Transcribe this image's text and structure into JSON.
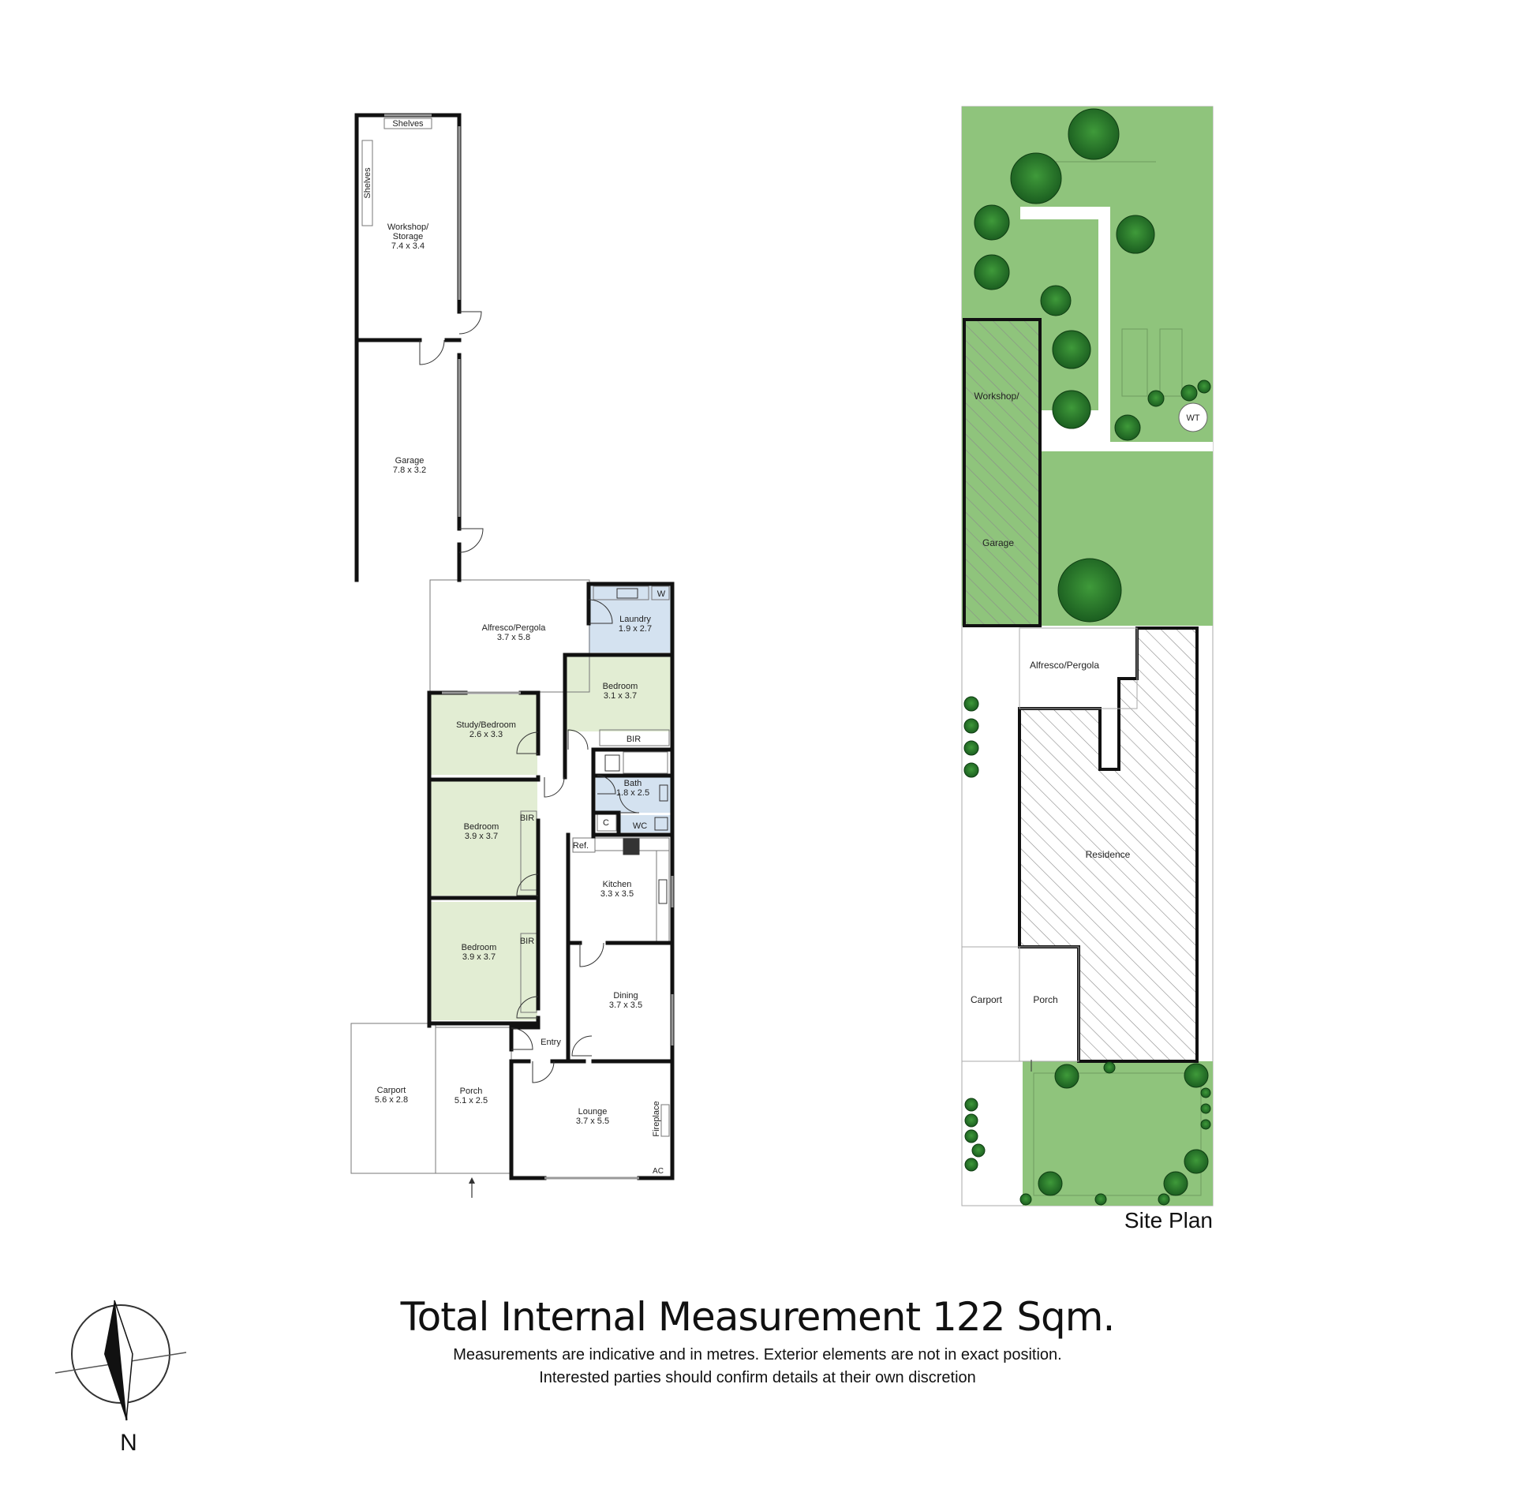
{
  "floor_plan": {
    "rooms": [
      {
        "name": "Workshop/",
        "line2": "Storage",
        "dims": "7.4 x 3.4"
      },
      {
        "name": "Garage",
        "dims": "7.8 x 3.2"
      },
      {
        "name": "Alfresco/Pergola",
        "dims": "3.7 x 5.8"
      },
      {
        "name": "Laundry",
        "dims": "1.9 x 2.7"
      },
      {
        "name": "Bedroom",
        "dims": "3.1 x 3.7"
      },
      {
        "name": "Study/Bedroom",
        "dims": "2.6 x 3.3"
      },
      {
        "name": "Bath",
        "dims": "1.8 x 2.5"
      },
      {
        "name": "Bedroom",
        "dims": "3.9 x 3.7"
      },
      {
        "name": "Kitchen",
        "dims": "3.3 x 3.5"
      },
      {
        "name": "Bedroom",
        "dims": "3.9 x 3.7"
      },
      {
        "name": "Dining",
        "dims": "3.7 x 3.5"
      },
      {
        "name": "Carport",
        "dims": "5.6 x 2.8"
      },
      {
        "name": "Porch",
        "dims": "5.1 x 2.5"
      },
      {
        "name": "Lounge",
        "dims": "3.7 x 5.5"
      }
    ],
    "fixtures": {
      "shelves": "Shelves",
      "bir": "BIR",
      "washer": "W",
      "cupboard": "C",
      "wc": "WC",
      "fridge": "Ref.",
      "entry": "Entry",
      "fireplace": "Fireplace",
      "ac": "AC"
    }
  },
  "site_plan": {
    "title": "Site Plan",
    "labels": {
      "workshop": "Workshop/",
      "garage": "Garage",
      "alfresco": "Alfresco/Pergola",
      "residence": "Residence",
      "carport": "Carport",
      "porch": "Porch",
      "water_tank": "WT"
    }
  },
  "compass": {
    "label": "N"
  },
  "footer": {
    "title": "Total Internal Measurement 122 Sqm.",
    "disclaimer_1": "Measurements are indicative and in metres. Exterior elements are not in exact position.",
    "disclaimer_2": "Interested parties should confirm details at their own discretion"
  },
  "colors": {
    "wall": "#111111",
    "bedroom_fill": "#e2edd3",
    "wet_area_fill": "#d4e2f0",
    "lawn": "#8fc47c",
    "tree_dark": "#1f6b25",
    "tree_light": "#3f8f3a",
    "hatch": "#888888"
  }
}
